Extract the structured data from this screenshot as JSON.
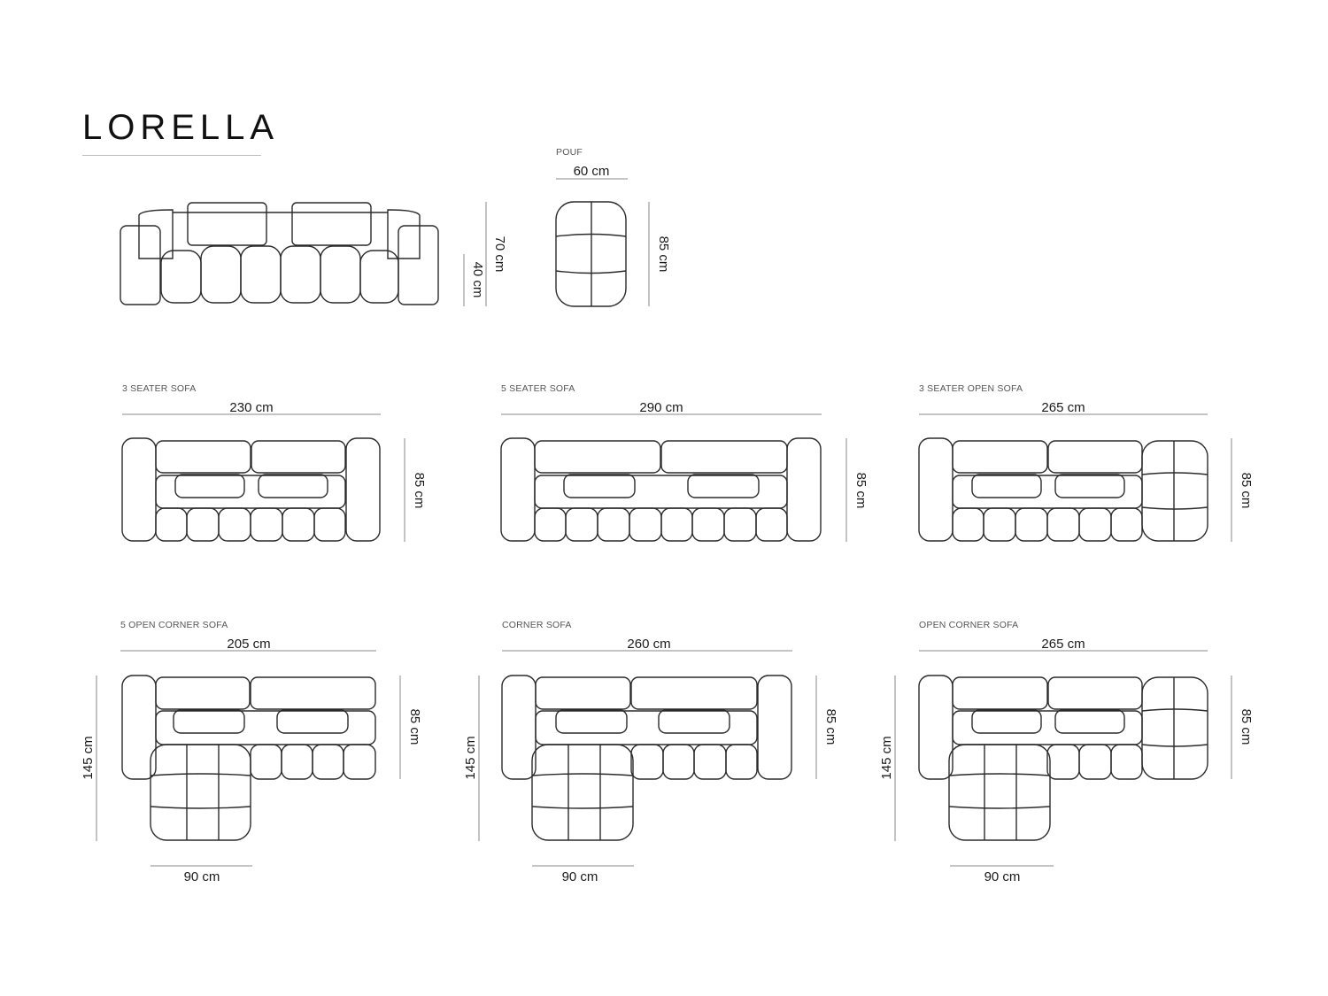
{
  "brand": {
    "title": "LORELLA"
  },
  "front": {
    "height_total": "70 cm",
    "height_seat": "40 cm"
  },
  "pouf": {
    "caption": "POUF",
    "width": "60 cm",
    "depth": "85 cm"
  },
  "sofas": [
    {
      "caption": "3 SEATER SOFA",
      "width": "230 cm",
      "depth": "85 cm"
    },
    {
      "caption": "5 SEATER SOFA",
      "width": "290 cm",
      "depth": "85 cm"
    },
    {
      "caption": "3 SEATER OPEN SOFA",
      "width": "265 cm",
      "depth": "85 cm"
    },
    {
      "caption": "5 OPEN CORNER SOFA",
      "width": "205 cm",
      "depth": "85 cm",
      "height": "145 cm",
      "leg": "90 cm"
    },
    {
      "caption": "CORNER SOFA",
      "width": "260 cm",
      "depth": "85 cm",
      "height": "145 cm",
      "leg": "90 cm"
    },
    {
      "caption": "OPEN CORNER SOFA",
      "width": "265 cm",
      "depth": "85 cm",
      "height": "145 cm",
      "leg": "90 cm"
    }
  ],
  "colors": {
    "stroke": "#2b2b2b",
    "dimension_line": "#8a8a8a",
    "caption": "#555555"
  }
}
